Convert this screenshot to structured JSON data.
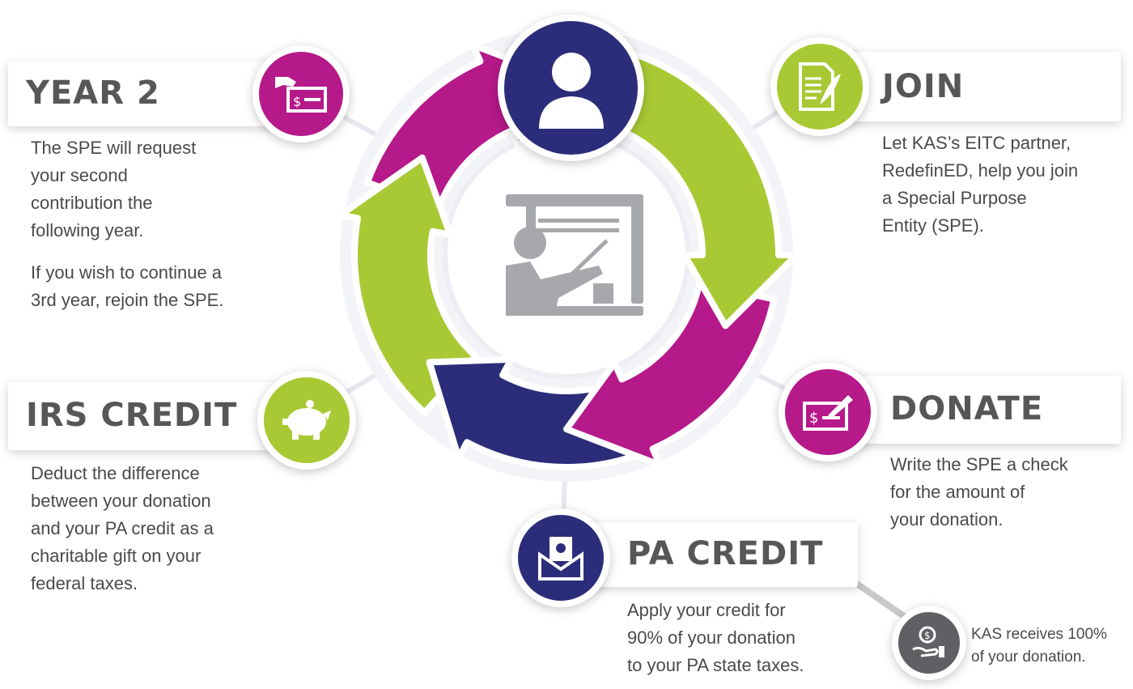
{
  "colors": {
    "magenta": "#b5198a",
    "green": "#a9c934",
    "navy": "#2b2d7a",
    "gray": "#666666",
    "text": "#4a4a4a"
  },
  "center": {
    "icon": "presentation-teacher-icon",
    "top_icon": "user-icon"
  },
  "steps": {
    "join": {
      "title": "JOIN",
      "icon": "document-quill-icon",
      "body": [
        "Let KAS’s EITC partner,",
        "RedefinED, help you join",
        "a Special Purpose",
        "Entity (SPE)."
      ]
    },
    "donate": {
      "title": "DONATE",
      "icon": "check-pen-icon",
      "body": [
        "Write the SPE a check",
        "for the amount of",
        "your donation."
      ]
    },
    "pa_credit": {
      "title": "PA CREDIT",
      "icon": "money-envelope-icon",
      "body": [
        "Apply your credit for",
        "90% of your donation",
        "to your PA state taxes."
      ]
    },
    "kas": {
      "icon": "hand-coin-icon",
      "body": [
        "KAS receives 100%",
        "of your donation."
      ]
    },
    "irs_credit": {
      "title": "IRS CREDIT",
      "icon": "piggy-bank-icon",
      "body": [
        "Deduct the difference",
        "between your donation",
        "and your PA credit as a",
        "charitable gift on your",
        "federal taxes."
      ]
    },
    "year2": {
      "title": "YEAR 2",
      "icon": "hand-check-icon",
      "body1": [
        "The SPE will request",
        "your second",
        "contribution the",
        "following year."
      ],
      "body2": [
        "If you wish to continue a",
        "3rd year, rejoin the SPE."
      ]
    }
  }
}
